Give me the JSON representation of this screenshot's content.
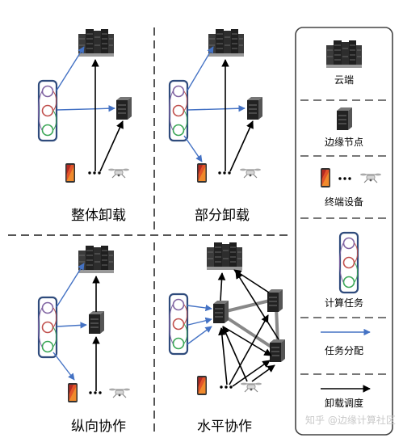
{
  "panels": [
    {
      "label": "整体卸载"
    },
    {
      "label": "部分卸载"
    },
    {
      "label": "纵向协作"
    },
    {
      "label": "水平协作"
    }
  ],
  "legend": {
    "cloud": "云端",
    "edge": "边缘节点",
    "device": "终端设备",
    "task": "计算任务",
    "assign": "任务分配",
    "schedule": "卸载调度"
  },
  "watermark": "知乎 @边缘计算社区",
  "colors": {
    "assign_arrow": "#4472c4",
    "schedule_arrow": "#000000",
    "task_border": "#2f4b7c",
    "task_purple": "#8064a2",
    "task_red": "#c0504d",
    "task_green": "#3aa655",
    "edge_link": "#888888"
  }
}
